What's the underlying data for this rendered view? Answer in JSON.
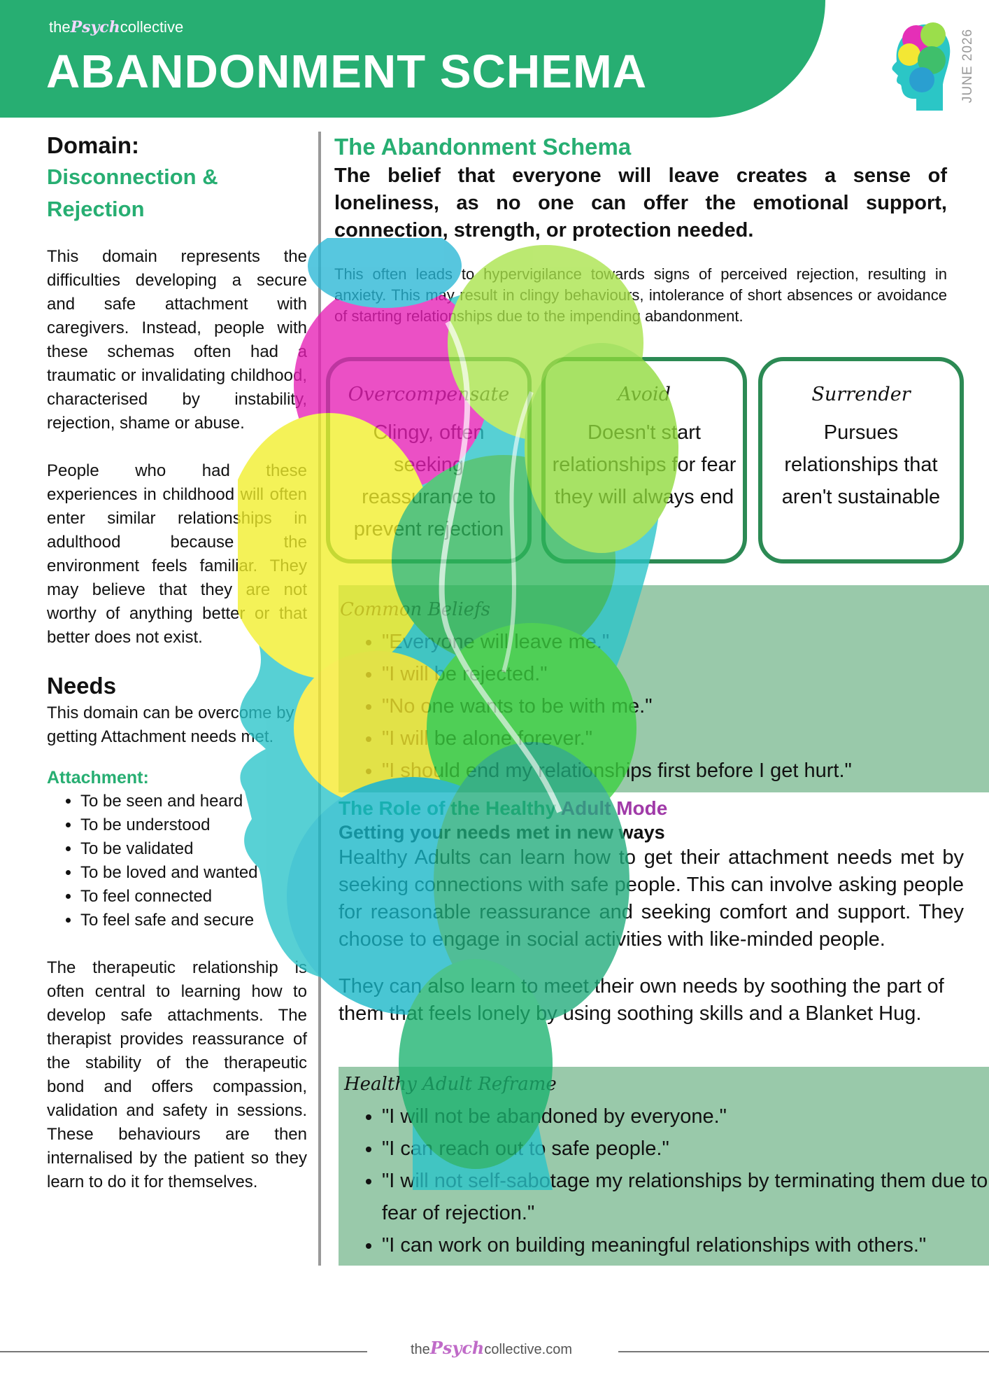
{
  "header": {
    "brand_prefix": "the",
    "brand_script": "Psych",
    "brand_suffix": "collective",
    "title": "ABANDONMENT SCHEMA",
    "date": "JUNE 2026"
  },
  "left": {
    "domain_heading": "Domain:",
    "domain_name_1": "Disconnection &",
    "domain_name_2": "Rejection",
    "para1": "This domain represents the difficulties developing a secure and safe attachment with caregivers. Instead, people with these schemas often had a traumatic or invalidating childhood, characterised by instability, rejection, shame or abuse.",
    "para2": "People who had these experiences in childhood will often enter similar relationships in adulthood because the environment feels familiar. They may believe that they are not worthy of anything better or that better does not exist.",
    "needs_heading": "Needs",
    "needs_text": "This domain can be overcome by getting Attachment needs met.",
    "attachment_heading": "Attachment:",
    "attachment_items": [
      "To be seen and heard",
      "To be understood",
      "To be validated",
      "To be loved and wanted",
      "To feel connected",
      "To feel safe and secure"
    ],
    "para3": "The therapeutic relationship is often central to learning how to develop safe attachments. The therapist provides reassurance of the stability of the therapeutic bond and offers compassion, validation and safety in sessions. These behaviours are then internalised by the patient so they learn to do it for themselves."
  },
  "right": {
    "section_title": "The Abandonment Schema",
    "lead": "The belief that everyone will leave creates a sense of loneliness, as no one can offer the emotional support, connection, strength, or protection needed.",
    "intro": "This often leads to hypervigilance towards signs of perceived rejection, resulting in anxiety. This may result in clingy behaviours, intolerance of short absences or avoidance of starting relationships due to the impending abandonment."
  },
  "cards": [
    {
      "title": "Overcompensate",
      "text": "Clingy, often seeking reassurance to prevent rejection"
    },
    {
      "title": "Avoid",
      "text": "Doesn't start relationships for fear they will always end"
    },
    {
      "title": "Surrender",
      "text": "Pursues relationships that aren't sustainable"
    }
  ],
  "beliefs": {
    "title": "Common Beliefs",
    "items": [
      "\"Everyone will leave me.\"",
      "\"I will be rejected.\"",
      "\"No one wants to be with me.\"",
      "\"I will be alone forever.\"",
      "\"I should end my relationships first before I get hurt.\""
    ]
  },
  "role": {
    "title_prefix": "The Role of the Healthy ",
    "title_mode": "Adult Mode",
    "subtitle": "Getting your needs met in new ways",
    "para1": "Healthy Adults can learn how to get their attachment needs met by seeking connections with safe people. This can involve asking people for reasonable reassurance and seeking comfort and support. They choose to engage in social activities with like-minded people.",
    "para2": "They can also learn to meet their own needs by soothing the part of them that feels lonely by using soothing skills and a Blanket Hug."
  },
  "reframe": {
    "title": "Healthy Adult Reframe",
    "items": [
      "\"I will not be abandoned by everyone.\"",
      "\"I can reach out to safe people.\"",
      "\"I will not self-sabotage my relationships by terminating them due to fear of rejection.\"",
      "\"I can work on building meaningful relationships with others.\""
    ]
  },
  "footer": {
    "prefix": "the",
    "script": "Psych",
    "suffix": "collective.com"
  },
  "colors": {
    "brand_green": "#27ae72",
    "box_green": "#99c9aa",
    "card_border": "#2c8a54",
    "accent_purple": "#a03aa8"
  },
  "icons": [
    "colorful-head-silhouette-logo",
    "leafy-head-silhouette-art"
  ]
}
